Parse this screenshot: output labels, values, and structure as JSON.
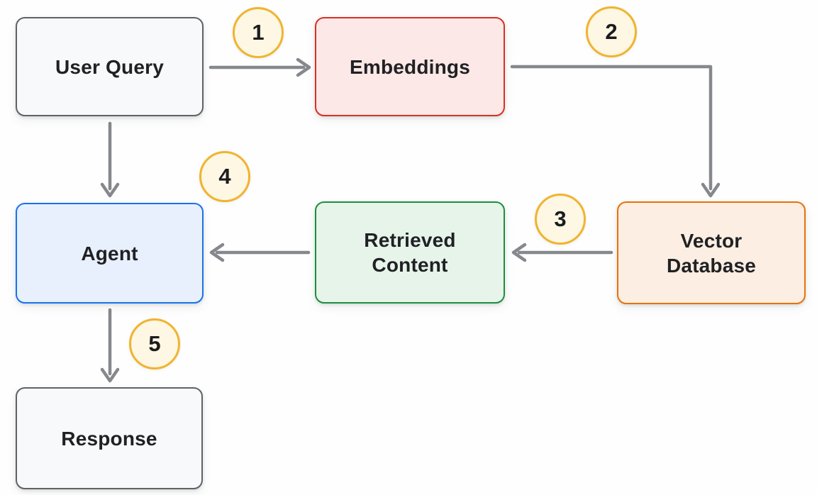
{
  "diagram": {
    "nodes": [
      {
        "id": "user-query",
        "label": "User Query",
        "fill": "#f8f9fa",
        "border": "#5f6368"
      },
      {
        "id": "embeddings",
        "label": "Embeddings",
        "fill": "#fce8e6",
        "border": "#d93025"
      },
      {
        "id": "vector-database",
        "label": "Vector Database",
        "fill": "#fceee2",
        "border": "#e8710a"
      },
      {
        "id": "retrieved-content",
        "label": "Retrieved Content",
        "fill": "#e6f4ea",
        "border": "#1e8e3e"
      },
      {
        "id": "agent",
        "label": "Agent",
        "fill": "#e8f0fe",
        "border": "#1a73e8"
      },
      {
        "id": "response",
        "label": "Response",
        "fill": "#f8f9fa",
        "border": "#5f6368"
      }
    ],
    "steps": [
      {
        "number": "1"
      },
      {
        "number": "2"
      },
      {
        "number": "3"
      },
      {
        "number": "4"
      },
      {
        "number": "5"
      }
    ],
    "edges": [
      {
        "from": "user-query",
        "to": "embeddings",
        "step": "1"
      },
      {
        "from": "embeddings",
        "to": "vector-database",
        "step": "2"
      },
      {
        "from": "vector-database",
        "to": "retrieved-content",
        "step": "3"
      },
      {
        "from": "retrieved-content",
        "to": "agent",
        "step": ""
      },
      {
        "from": "user-query",
        "to": "agent",
        "step": "4"
      },
      {
        "from": "agent",
        "to": "response",
        "step": "5"
      }
    ],
    "badge": {
      "fill": "#fdf7e3",
      "border": "#f0b42f"
    },
    "colors": {
      "arrow": "#85888c",
      "text": "#202124",
      "background": "#fefefe"
    }
  }
}
